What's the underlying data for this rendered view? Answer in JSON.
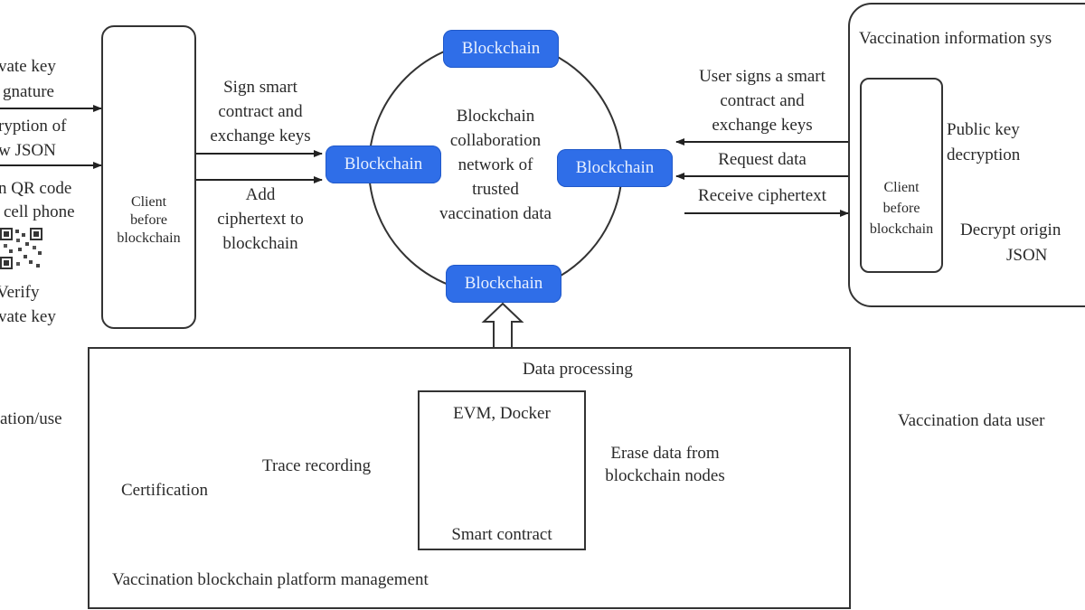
{
  "left_user": {
    "labels": [
      "Private key signature",
      "Encryption of raw JSON",
      "Scan QR code with cell phone",
      "Verify private key"
    ],
    "visible_fragments": [
      "vate key",
      "gnature",
      "ryption of",
      "w JSON",
      "n QR code",
      "cell phone",
      "Verify",
      "vate key"
    ],
    "section_label": "ation/use"
  },
  "client_left": {
    "label_lines": [
      "Client",
      "before",
      "blockchain"
    ]
  },
  "left_arrows": {
    "sign": [
      "Sign smart",
      "contract and",
      "exchange keys"
    ],
    "add": [
      "Add",
      "ciphertext to",
      "blockchain"
    ]
  },
  "network": {
    "nodes": [
      "Blockchain",
      "Blockchain",
      "Blockchain",
      "Blockchain"
    ],
    "center_lines": [
      "Blockchain",
      "collaboration",
      "network of",
      "trusted",
      "vaccination data"
    ]
  },
  "right_arrows": {
    "user_signs": [
      "User signs a smart",
      "contract and",
      "exchange keys"
    ],
    "request": "Request data",
    "receive": "Receive ciphertext"
  },
  "vis_system": {
    "title": "Vaccination information sys",
    "client_lines": [
      "Client",
      "before",
      "blockchain"
    ],
    "public_key": [
      "Public key",
      "decryption"
    ],
    "decrypt": [
      "Decrypt origin",
      "JSON"
    ],
    "user_label": "Vaccination data user"
  },
  "platform": {
    "data_processing": "Data processing",
    "evm": "EVM, Docker",
    "smart_contract": "Smart contract",
    "trace": "Trace recording",
    "certification": "Certification",
    "erase": [
      "Erase data from",
      "blockchain nodes"
    ],
    "title": "Vaccination blockchain platform management"
  },
  "colors": {
    "blockchain_node": "#2f6ee8",
    "database": "#2a5fe0",
    "erase_mark": "#d0102a",
    "certification_fill": "#e9eefb"
  }
}
